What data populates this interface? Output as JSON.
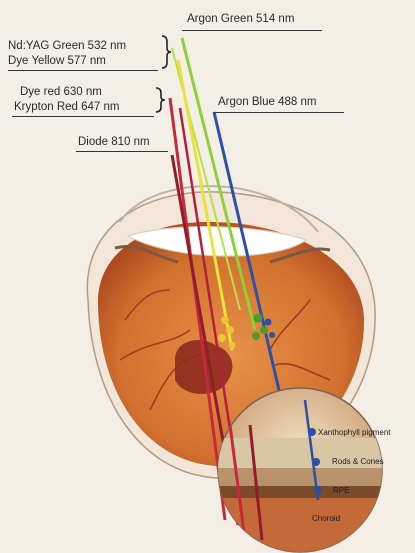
{
  "labels": {
    "argon_green": "Argon Green  514 nm",
    "ndyag_green": "Nd:YAG  Green  532 nm",
    "dye_yellow": "Dye Yellow  577 nm",
    "dye_red": "Dye red  630 nm",
    "krypton_red": "Krypton Red  647 nm",
    "argon_blue": "Argon Blue  488 nm",
    "diode": "Diode  810 nm"
  },
  "inset_labels": {
    "xanthophyll": "Xanthophyll pigment",
    "rods_cones": "Rods & Cones",
    "rpe": "RPE",
    "choroid": "Choroid"
  },
  "colors": {
    "argon_green": "#8fcf3a",
    "yellow": "#e8e23a",
    "red": "#c8283c",
    "dark_red": "#8e1e2c",
    "blue": "#2c4fa8",
    "globe": "#d97a3c"
  }
}
